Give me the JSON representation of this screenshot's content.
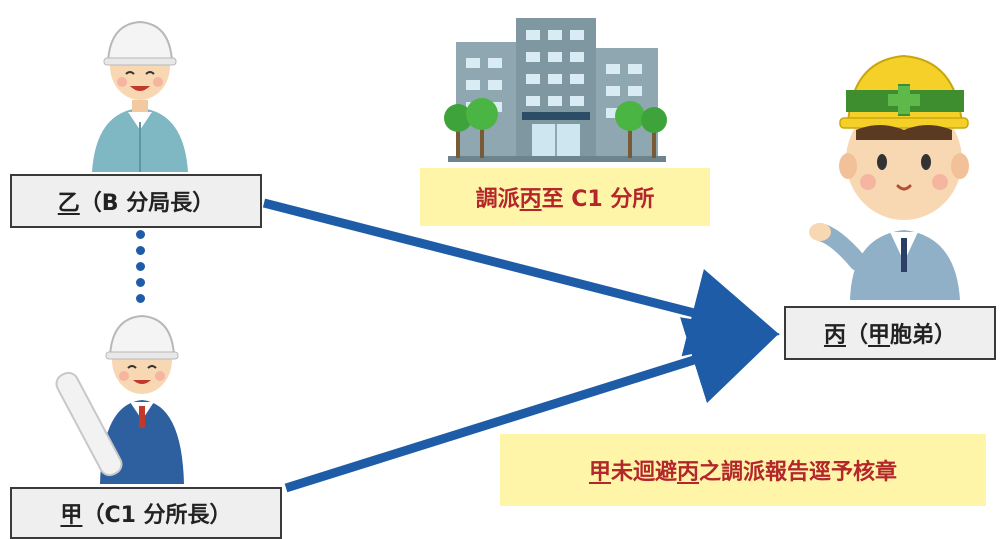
{
  "persons": {
    "yi": {
      "name": "乙",
      "role": "（B 分局長）"
    },
    "jia": {
      "name": "甲",
      "role": "（C1 分所長）"
    },
    "bing": {
      "name": "丙",
      "role_prefix": "（",
      "role_name": "甲",
      "role_suffix": "胞弟）"
    }
  },
  "notes": {
    "transfer": {
      "pre": "調派",
      "person": "丙",
      "post": "至 C1 分所"
    },
    "no_recusal": {
      "person1": "甲",
      "mid1": "未迴避",
      "person2": "丙",
      "post": "之調派報告逕予核章"
    }
  },
  "colors": {
    "arrow": "#1f5ca8",
    "note_bg": "#fff5a8",
    "note_text": "#b3262b",
    "label_bg": "#efefef"
  },
  "icons": [
    "worker-white-helmet-smiling-icon",
    "worker-white-helmet-holding-blueprint-icon",
    "worker-yellow-helmet-pointing-icon",
    "office-building-icon"
  ]
}
